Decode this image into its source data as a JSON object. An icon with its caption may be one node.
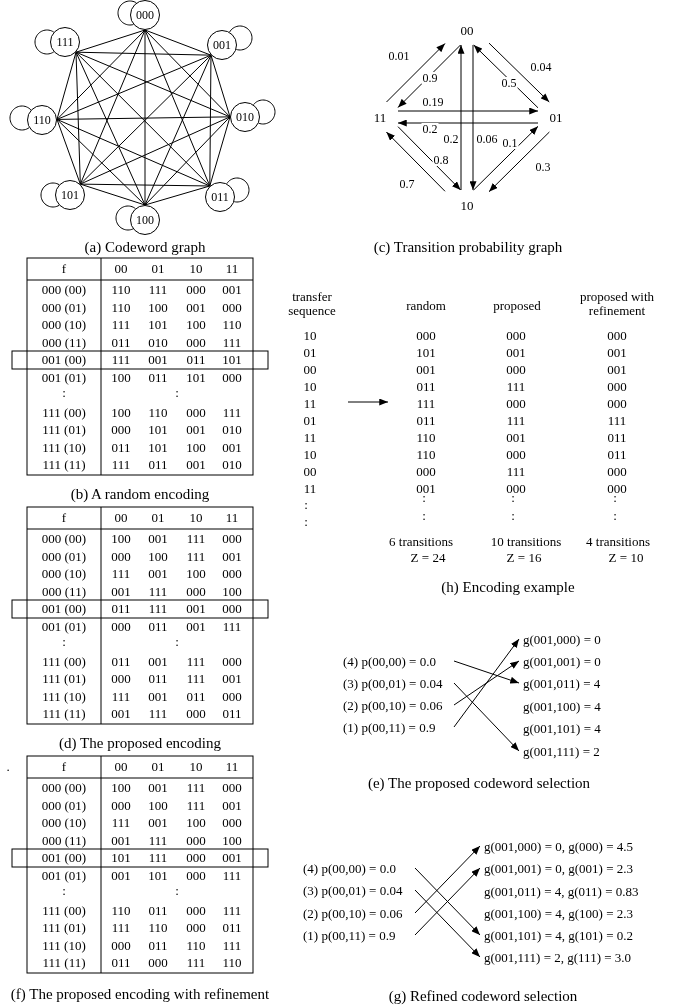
{
  "diagram": {
    "nodes": [
      {
        "text": [
          "000"
        ]
      },
      {
        "text": [
          "111"
        ]
      },
      {
        "text": [
          "001"
        ]
      },
      {
        "text": [
          "110"
        ]
      },
      {
        "text": [
          "010"
        ]
      },
      {
        "text": [
          "101"
        ]
      },
      {
        "text": [
          "011"
        ]
      },
      {
        "text": [
          "100"
        ]
      },
      {
        "text": [
          "00"
        ]
      },
      {
        "text": [
          "11"
        ]
      },
      {
        "text": [
          "01"
        ]
      },
      {
        "text": [
          "10"
        ]
      },
      {
        "text": [
          "(4) p(00,00) = 0.0"
        ]
      },
      {
        "text": [
          "(3) p(00,01) = 0.04"
        ]
      },
      {
        "text": [
          "(2) p(00,10) = 0.06"
        ]
      },
      {
        "text": [
          "(1) p(00,11) = 0.9"
        ]
      },
      {
        "text": [
          "g(001,000) = 0"
        ]
      },
      {
        "text": [
          "g(001,001) = 0"
        ]
      },
      {
        "text": [
          "g(001,011) = 4"
        ]
      },
      {
        "text": [
          "g(001,100) = 4"
        ]
      },
      {
        "text": [
          "g(001,101) = 4"
        ]
      },
      {
        "text": [
          "g(001,111) = 2"
        ]
      },
      {
        "text": [
          "(4) p(00,00) = 0.0"
        ]
      },
      {
        "text": [
          "(3) p(00,01) = 0.04"
        ]
      },
      {
        "text": [
          "(2) p(00,10) = 0.06"
        ]
      },
      {
        "text": [
          "(1) p(00,11) = 0.9"
        ]
      },
      {
        "text": [
          "g(001,000) = 0, g(000) = 4.5"
        ]
      },
      {
        "text": [
          "g(001,001) = 0, g(001) = 2.3"
        ]
      },
      {
        "text": [
          "g(001,011) = 4, g(011) = 0.83"
        ]
      },
      {
        "text": [
          "g(001,100) = 4, g(100) = 2.3"
        ]
      },
      {
        "text": [
          "g(001,101) = 4, g(101) = 0.2"
        ]
      },
      {
        "text": [
          "g(001,111) = 2, g(111) = 3.0"
        ]
      }
    ],
    "edges": [
      {
        "from": 0,
        "to": 1,
        "arrow": "none"
      },
      {
        "from": 0,
        "to": 2,
        "arrow": "none"
      },
      {
        "from": 0,
        "to": 3,
        "arrow": "none"
      },
      {
        "from": 0,
        "to": 4,
        "arrow": "none"
      },
      {
        "from": 0,
        "to": 5,
        "arrow": "none"
      },
      {
        "from": 0,
        "to": 6,
        "arrow": "none"
      },
      {
        "from": 0,
        "to": 7,
        "arrow": "none"
      },
      {
        "from": 1,
        "to": 2,
        "arrow": "none"
      },
      {
        "from": 1,
        "to": 3,
        "arrow": "none"
      },
      {
        "from": 1,
        "to": 4,
        "arrow": "none"
      },
      {
        "from": 1,
        "to": 5,
        "arrow": "none"
      },
      {
        "from": 1,
        "to": 6,
        "arrow": "none"
      },
      {
        "from": 1,
        "to": 7,
        "arrow": "none"
      },
      {
        "from": 2,
        "to": 3,
        "arrow": "none"
      },
      {
        "from": 2,
        "to": 4,
        "arrow": "none"
      },
      {
        "from": 2,
        "to": 5,
        "arrow": "none"
      },
      {
        "from": 2,
        "to": 6,
        "arrow": "none"
      },
      {
        "from": 2,
        "to": 7,
        "arrow": "none"
      },
      {
        "from": 3,
        "to": 4,
        "arrow": "none"
      },
      {
        "from": 3,
        "to": 5,
        "arrow": "none"
      },
      {
        "from": 3,
        "to": 6,
        "arrow": "none"
      },
      {
        "from": 3,
        "to": 7,
        "arrow": "none"
      },
      {
        "from": 4,
        "to": 5,
        "arrow": "none"
      },
      {
        "from": 4,
        "to": 6,
        "arrow": "none"
      },
      {
        "from": 4,
        "to": 7,
        "arrow": "none"
      },
      {
        "from": 5,
        "to": 6,
        "arrow": "none"
      },
      {
        "from": 5,
        "to": 7,
        "arrow": "none"
      },
      {
        "from": 6,
        "to": 7,
        "arrow": "none"
      },
      {
        "from": 0,
        "to": 0,
        "arrow": "none"
      },
      {
        "from": 1,
        "to": 1,
        "arrow": "none"
      },
      {
        "from": 2,
        "to": 2,
        "arrow": "none"
      },
      {
        "from": 3,
        "to": 3,
        "arrow": "none"
      },
      {
        "from": 4,
        "to": 4,
        "arrow": "none"
      },
      {
        "from": 5,
        "to": 5,
        "arrow": "none"
      },
      {
        "from": 6,
        "to": 6,
        "arrow": "none"
      },
      {
        "from": 7,
        "to": 7,
        "arrow": "none"
      },
      {
        "from": 9,
        "to": 8,
        "arrow": "to",
        "label": "0.01"
      },
      {
        "from": 8,
        "to": 9,
        "arrow": "to",
        "label": "0.9"
      },
      {
        "from": 8,
        "to": 10,
        "arrow": "to",
        "label": "0.04"
      },
      {
        "from": 10,
        "to": 8,
        "arrow": "to",
        "label": "0.5"
      },
      {
        "from": 9,
        "to": 10,
        "arrow": "to",
        "label": "0.19"
      },
      {
        "from": 10,
        "to": 9,
        "arrow": "to",
        "label": "0.2"
      },
      {
        "from": 11,
        "to": 8,
        "arrow": "to",
        "label": "0.2"
      },
      {
        "from": 8,
        "to": 11,
        "arrow": "to",
        "label": "0.06"
      },
      {
        "from": 11,
        "to": 10,
        "arrow": "to",
        "label": "0.1"
      },
      {
        "from": 10,
        "to": 11,
        "arrow": "to",
        "label": "0.3"
      },
      {
        "from": 9,
        "to": 11,
        "arrow": "to",
        "label": "0.8"
      },
      {
        "from": 11,
        "to": 9,
        "arrow": "to",
        "label": "0.7"
      },
      {
        "from": 12,
        "to": 18,
        "arrow": "to"
      },
      {
        "from": 13,
        "to": 21,
        "arrow": "to"
      },
      {
        "from": 14,
        "to": 17,
        "arrow": "to"
      },
      {
        "from": 15,
        "to": 16,
        "arrow": "to"
      },
      {
        "from": 22,
        "to": 30,
        "arrow": "to"
      },
      {
        "from": 23,
        "to": 31,
        "arrow": "to"
      },
      {
        "from": 24,
        "to": 26,
        "arrow": "to"
      },
      {
        "from": 25,
        "to": 27,
        "arrow": "to"
      }
    ],
    "labels": [
      "(a) Codeword graph",
      "(c) Transition probability graph",
      "f",
      "00",
      "01",
      "10",
      "11",
      "000 (00)",
      "110",
      "111",
      "000",
      "001",
      "000 (01)",
      "110",
      "100",
      "001",
      "000",
      "000 (10)",
      "111",
      "101",
      "100",
      "110",
      "000 (11)",
      "011",
      "010",
      "000",
      "111",
      "001 (00)",
      "111",
      "001",
      "011",
      "101",
      "001 (01)",
      "100",
      "011",
      "101",
      "000",
      ":",
      ":",
      "111 (00)",
      "100",
      "110",
      "000",
      "111",
      "111 (01)",
      "000",
      "101",
      "001",
      "010",
      "111 (10)",
      "011",
      "101",
      "100",
      "001",
      "111 (11)",
      "111",
      "011",
      "001",
      "010",
      "(b) A random encoding",
      "transfer sequence",
      "random",
      "proposed",
      "proposed with refinement",
      "10",
      "000",
      "000",
      "000",
      "01",
      "101",
      "001",
      "001",
      "00",
      "001",
      "000",
      "001",
      "10",
      "011",
      "111",
      "000",
      "11",
      "111",
      "000",
      "000",
      "01",
      "011",
      "111",
      "111",
      "11",
      "110",
      "001",
      "011",
      "10",
      "110",
      "000",
      "011",
      "00",
      "000",
      "111",
      "000",
      "11",
      "001",
      "000",
      "000",
      ":",
      ":",
      ":",
      ":",
      ":",
      ":",
      ":",
      ":",
      "6 transitions",
      "Z = 24",
      "10 transitions",
      "Z = 16",
      "4 transitions",
      "Z = 10",
      "(h) Encoding example",
      "f",
      "00",
      "01",
      "10",
      "11",
      "000 (00)",
      "100",
      "001",
      "111",
      "000",
      "000 (01)",
      "000",
      "100",
      "111",
      "001",
      "000 (10)",
      "111",
      "001",
      "100",
      "000",
      "000 (11)",
      "001",
      "111",
      "000",
      "100",
      "001 (00)",
      "011",
      "111",
      "001",
      "000",
      "001 (01)",
      "000",
      "011",
      "001",
      "111",
      ":",
      ":",
      "111 (00)",
      "011",
      "001",
      "111",
      "000",
      "111 (01)",
      "000",
      "011",
      "111",
      "001",
      "111 (10)",
      "111",
      "001",
      "011",
      "000",
      "111 (11)",
      "001",
      "111",
      "000",
      "011",
      "(d) The proposed encoding",
      "(e) The proposed codeword selection",
      ".",
      "f",
      "00",
      "01",
      "10",
      "11",
      "000 (00)",
      "100",
      "001",
      "111",
      "000",
      "000 (01)",
      "000",
      "100",
      "111",
      "001",
      "000 (10)",
      "111",
      "001",
      "100",
      "000",
      "000 (11)",
      "001",
      "111",
      "000",
      "100",
      "001 (00)",
      "101",
      "111",
      "000",
      "001",
      "001 (01)",
      "001",
      "101",
      "000",
      "111",
      ":",
      ":",
      "111 (00)",
      "110",
      "011",
      "000",
      "111",
      "111 (01)",
      "111",
      "110",
      "000",
      "011",
      "111 (10)",
      "000",
      "011",
      "110",
      "111",
      "111 (11)",
      "011",
      "000",
      "111",
      "110",
      "(f) The proposed encoding with refinement",
      "(g) Refined codeword selection"
    ]
  }
}
